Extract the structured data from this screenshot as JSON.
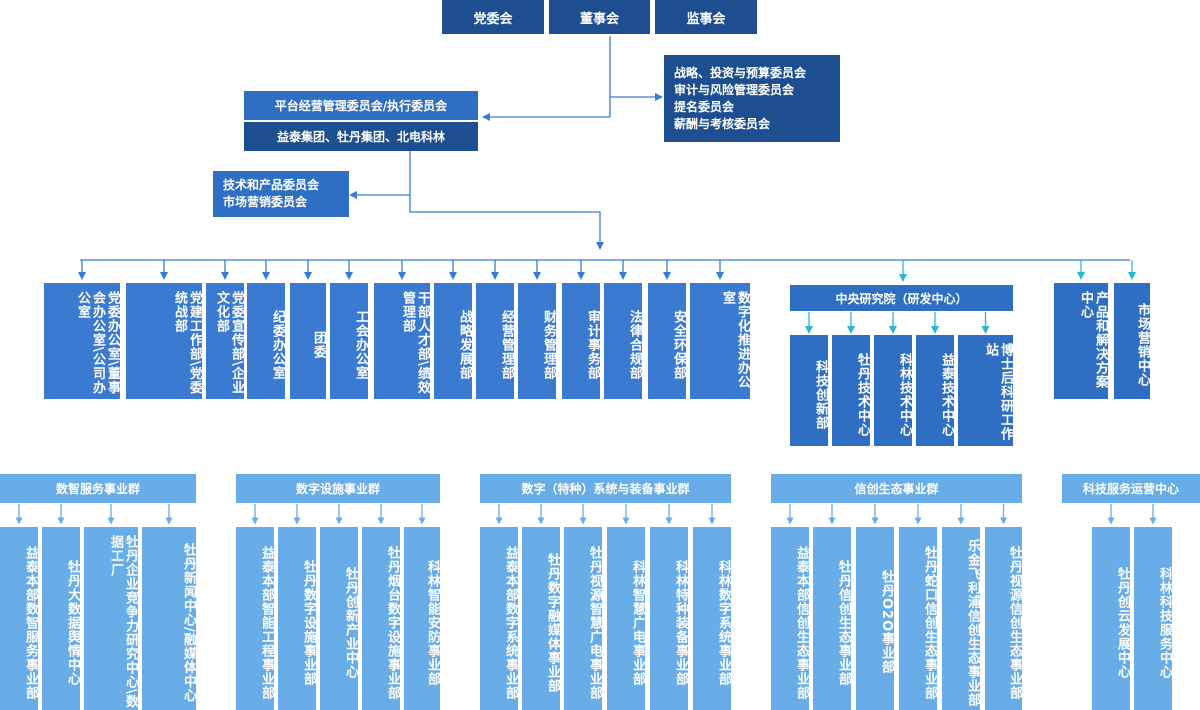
{
  "top": {
    "party_committee": "党委会",
    "board": "董事会",
    "supervisors": "监事会"
  },
  "board_committees": [
    "战略、投资与预算委员会",
    "审计与风险管理委员会",
    "提名委员会",
    "薪酬与考核委员会"
  ],
  "platform": {
    "title": "平台经营管理委员会/执行委员会",
    "groups": "益泰集团、牡丹集团、北电科林"
  },
  "tech_committees": [
    "技术和产品委员会",
    "市场营销委员会"
  ],
  "departments": [
    {
      "name": "党委办公室\\董事会办公室\\公司办公室"
    },
    {
      "name": "党建工作部\\党委统战部"
    },
    {
      "name": "党委宣传部\\企业文化部"
    },
    {
      "name": "纪委办公室"
    },
    {
      "name": "团委"
    },
    {
      "name": "工会办公室"
    },
    {
      "name": "干部人才部\\绩效管理部"
    },
    {
      "name": "战略发展部"
    },
    {
      "name": "经营管理部"
    },
    {
      "name": "财务管理部"
    },
    {
      "name": "审计事务部"
    },
    {
      "name": "法律合规部"
    },
    {
      "name": "安全环保部"
    },
    {
      "name": "数字化推进办公室"
    }
  ],
  "research": {
    "title": "中央研究院（研发中心）",
    "units": [
      {
        "name": "科技创新部"
      },
      {
        "name": "牡丹技术中心"
      },
      {
        "name": "科林技术中心"
      },
      {
        "name": "益泰技术中心"
      },
      {
        "name": "博士后科研工作站"
      }
    ]
  },
  "solution_centers": [
    {
      "name": "产品和解决方案中心"
    },
    {
      "name": "市场营销中心"
    }
  ],
  "groups": [
    {
      "title": "数智服务事业群",
      "units": [
        {
          "name": "益泰本部数智服务事业部"
        },
        {
          "name": "牡丹大数据舆情中心"
        },
        {
          "name": "牡丹企业竞争力研究中心\\数据工厂"
        },
        {
          "name": "牡丹新闻中心/融媒体中心"
        }
      ]
    },
    {
      "title": "数字设施事业群",
      "units": [
        {
          "name": "益泰本部智能工程事业部"
        },
        {
          "name": "牡丹数字设施事业部"
        },
        {
          "name": "牡丹创新产业中心"
        },
        {
          "name": "牡丹烟台数字设施事业部"
        },
        {
          "name": "科林智能安防事业部"
        }
      ]
    },
    {
      "title": "数字（特种）系统与装备事业群",
      "units": [
        {
          "name": "益泰本部数字系统事业部"
        },
        {
          "name": "牡丹数字融媒体事业部"
        },
        {
          "name": "牡丹视源智慧广电事业部"
        },
        {
          "name": "科林智慧广电事业部"
        },
        {
          "name": "科林特种装备事业部"
        },
        {
          "name": "科林数字系统事业部"
        }
      ]
    },
    {
      "title": "信创生态事业群",
      "units": [
        {
          "name": "益泰本部信创生态事业部"
        },
        {
          "name": "牡丹信创生态事业部"
        },
        {
          "name": "牡丹O2O事业部"
        },
        {
          "name": "牡丹蛇口信创生态事业部"
        },
        {
          "name": "乐金飞利浦信创生态事业部"
        },
        {
          "name": "牡丹视源信创生态事业部"
        }
      ]
    },
    {
      "title": "科技服务运营中心",
      "units": [
        {
          "name": "牡丹创云发展中心"
        },
        {
          "name": "科林科技服务中心"
        }
      ]
    }
  ],
  "colors": {
    "dark_blue": "#1d4e8f",
    "medium_blue": "#2f6fc3",
    "cyan_arrow": "#29b6d6",
    "light_blue": "#68ace8",
    "connector": "#3b7ad1"
  }
}
